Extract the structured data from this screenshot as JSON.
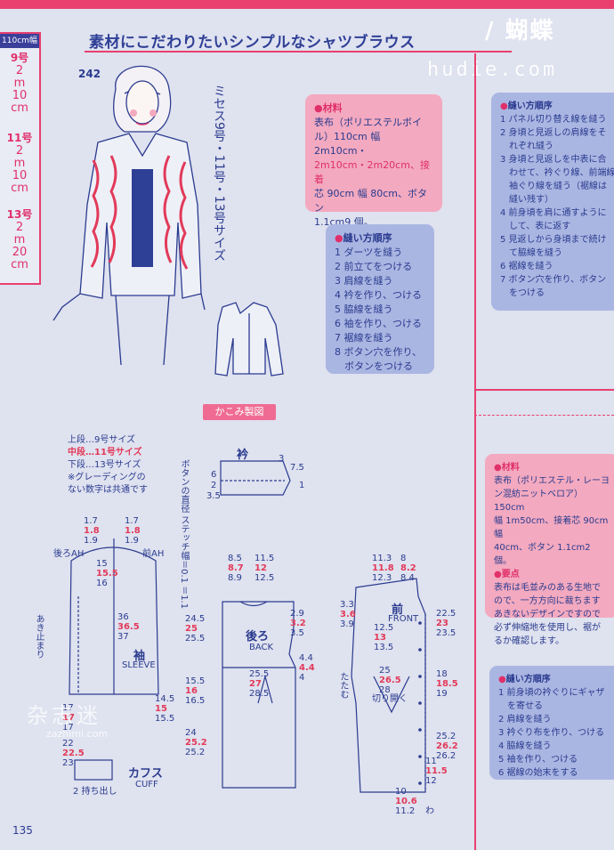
{
  "header": {
    "fabric_width": "110cm幅",
    "title": "素材にこだわりたいシンプルなシャツブラウス",
    "brand": "hudie.com"
  },
  "size_tab": [
    {
      "size": "9号",
      "lines": [
        "2",
        "m",
        "10",
        "cm"
      ]
    },
    {
      "size": "11号",
      "lines": [
        "2",
        "m",
        "10",
        "cm"
      ]
    },
    {
      "size": "13号",
      "lines": [
        "2",
        "m",
        "20",
        "cm"
      ]
    }
  ],
  "model_no": "242",
  "size_vertical": "ミセス9号・11号・13号サイズ",
  "materials": {
    "heading": "材料",
    "lines": [
      "表布（ポリエステルボイ",
      "ル）110cm 幅 2m10cm・",
      "2m10cm・2m20cm、接着",
      "芯 90cm 幅 80cm、ボタン",
      "1.1cm9 個。"
    ]
  },
  "sewing": {
    "heading": "縫い方順序",
    "steps": [
      "1 ダーツを縫う",
      "2 前立てをつける",
      "3 肩線を縫う",
      "4 衿を作り、つける",
      "5 脇線を縫う",
      "6 袖を作り、つける",
      "7 裾線を縫う",
      "8 ボタン穴を作り、",
      "　ボタンをつける"
    ]
  },
  "right_sewing_top": {
    "heading": "縫い方順序",
    "steps": [
      "1 パネル切り替え線を縫う",
      "2 身頃と見返しの肩線をそ",
      "　れぞれ縫う",
      "3 身頃と見返しを中表に合",
      "　わせて、衿ぐり線、前端線",
      "　袖ぐり線を縫う（裾線は",
      "　縫い残す）",
      "4 前身頃を肩に通すように",
      "　して、表に返す",
      "5 見返しから身頃まで続け",
      "　て脇線を縫う",
      "6 裾線を縫う",
      "7 ボタン穴を作り、ボタン",
      "　をつける"
    ]
  },
  "right_materials": {
    "heading": "材料",
    "lines": [
      "表布（ポリエステル・レーヨ",
      "ン混紡ニットベロア）150cm",
      "幅 1m50cm、接着芯 90cm 幅",
      "40cm、ボタン 1.1cm2 個。"
    ],
    "point_heading": "要点",
    "point_lines": [
      "表布は毛並みのある生地で",
      "ので、一方方向に裁ちます",
      "あきないデザインですので",
      "必ず伸縮地を使用し、裾が",
      "るか確認します。"
    ]
  },
  "right_sewing_bottom": {
    "heading": "縫い方順序",
    "steps": [
      "1 前身頃の衿ぐりにギャザ",
      "　を寄せる",
      "2 肩線を縫う",
      "3 衿ぐり布を作り、つける",
      "4 脇線を縫う",
      "5 袖を作り、つける",
      "6 裾線の始末をする"
    ]
  },
  "diagram_label": "かこみ製図",
  "legend": [
    "上段…9号サイズ",
    "中段…11号サイズ",
    "下段…13号サイズ",
    "※グレーディングの",
    "ない数字は共通です"
  ],
  "collar_note": "ボタンの直径 ステッチ幅＝0.1 ＝1.1",
  "pattern_labels": {
    "collar": "衿",
    "sleeve": "袖",
    "sleeve_en": "SLEEVE",
    "back": "後ろ",
    "back_en": "BACK",
    "front": "前",
    "front_en": "FRONT",
    "cuff": "カフス",
    "cuff_en": "CUFF",
    "back_ah": "後ろAH",
    "front_ah": "前AH",
    "slit": "あき止まり",
    "cut_open": "切り開く",
    "tuck": "たたむ",
    "cuff_allow": "2 持ち出し",
    "wa": "わ"
  },
  "numbers": {
    "sleeve_top_l": [
      "1.7",
      "1.8",
      "1.9"
    ],
    "sleeve_top_r": [
      "1.7",
      "1.8",
      "1.9"
    ],
    "sleeve_cap": [
      "15",
      "15.5",
      "16"
    ],
    "sleeve_len": [
      "36",
      "36.5",
      "37"
    ],
    "sleeve_hem": [
      "14.5",
      "15",
      "15.5"
    ],
    "sleeve_slit": [
      "17",
      "17",
      "17"
    ],
    "cuff_len": [
      "22",
      "22.5",
      "23"
    ],
    "back_top": [
      "8.5",
      "8.7",
      "8.9"
    ],
    "back_top2": [
      "11.5",
      "12",
      "12.5"
    ],
    "back_arm": [
      "24.5",
      "25",
      "25.5"
    ],
    "back_waist": [
      "25.5",
      "27",
      "28.5"
    ],
    "back_side": [
      "15.5",
      "16",
      "16.5"
    ],
    "back_hem": [
      "24",
      "25.2",
      "25.2"
    ],
    "back_r": [
      "2.9",
      "3.2",
      "3.5"
    ],
    "back_r2": [
      "4.4",
      "4.4",
      "4"
    ],
    "front_top": [
      "11.3",
      "11.8",
      "12.3"
    ],
    "front_top2": [
      "8",
      "8.2",
      "8.4"
    ],
    "front_neck": [
      "3.3",
      "3.6",
      "3.9"
    ],
    "front_waist": [
      "12.5",
      "13",
      "13.5"
    ],
    "front_mid": [
      "25",
      "26.5",
      "28"
    ],
    "front_r": [
      "22.5",
      "23",
      "23.5"
    ],
    "front_side": [
      "18",
      "18.5",
      "19"
    ],
    "front_hem": [
      "25.2",
      "26.2",
      "26.2"
    ],
    "front_bottom": [
      "11",
      "11.5",
      "12"
    ],
    "front_low": [
      "10",
      "10.6",
      "11.2"
    ],
    "collar_dims": [
      "7.5",
      "6",
      "2",
      "3.5",
      "3",
      "1"
    ]
  },
  "page_number": "135",
  "watermark": "杂志迷",
  "watermark_sub": "zazhimi.com"
}
